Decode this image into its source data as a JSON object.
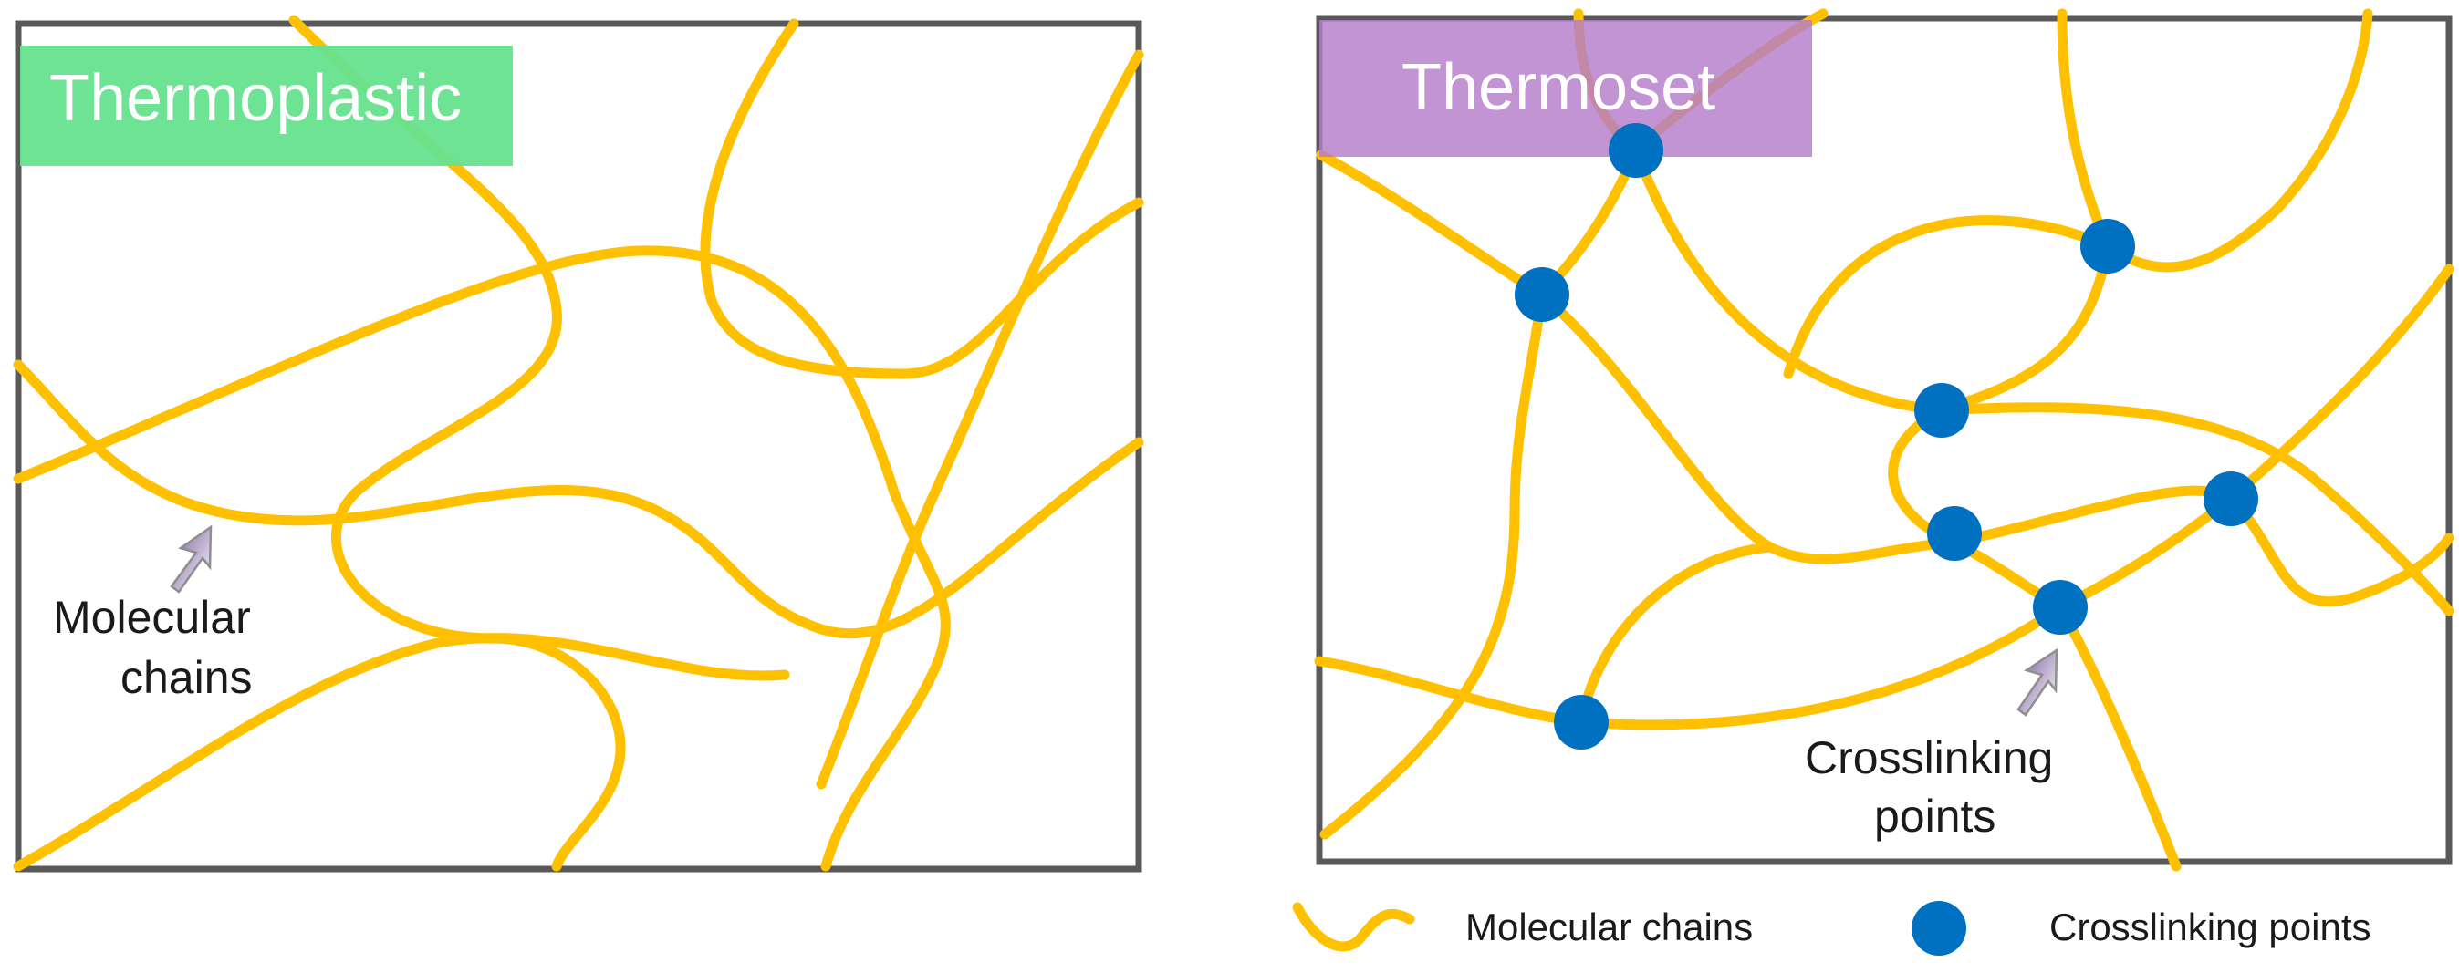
{
  "colors": {
    "chain": "#FFC000",
    "crosslink": "#0070C0",
    "thermoplastic_badge": "#66E28E",
    "thermoset_badge": "#B47CCB",
    "arrow_fill_top": "#7A5A9C",
    "arrow_fill_bottom": "#ffffff",
    "arrow_stroke": "#8E8E8E"
  },
  "thermoplastic": {
    "title": "Thermoplastic",
    "label_line1": "Molecular",
    "label_line2": "chains"
  },
  "thermoset": {
    "title": "Thermoset",
    "label_line1": "Crosslinking",
    "label_line2": "points"
  },
  "legend": {
    "chain_label": "Molecular chains",
    "crosslink_label": "Crosslinking points"
  },
  "icons": {
    "chain_legend": "wavy-line-icon",
    "crosslink_legend": "blue-dot-icon",
    "pointer": "arrow-up-right-icon"
  }
}
